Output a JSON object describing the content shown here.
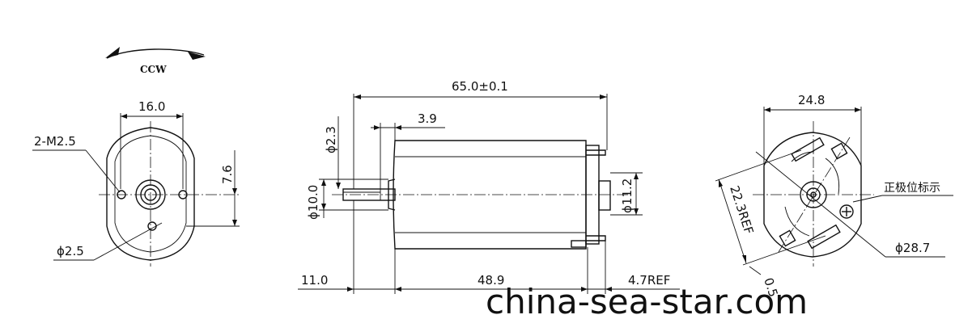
{
  "rotation": {
    "label": "CCW"
  },
  "front_view": {
    "width_dim": "16.0",
    "screw_label": "2-M2.5",
    "height_dim": "7.6",
    "hole_dim": "ϕ2.5"
  },
  "side_view": {
    "length_dim": "65.0±0.1",
    "flat_dim": "3.9",
    "shaft_dia_top": "ϕ2.3",
    "shaft_dia_left": "ϕ10.0",
    "boss_dia": "ϕ11.2",
    "shaft_len": "11.0",
    "body_len": "48.9",
    "terminal_len": "4.7REF"
  },
  "rear_view": {
    "width_dim": "24.8",
    "polarity_label": "正极位标示",
    "diag_dim": "22.3REF",
    "diameter_dim": "ϕ28.7",
    "small_dim": "0.5"
  },
  "watermark": "china-sea-star.com"
}
